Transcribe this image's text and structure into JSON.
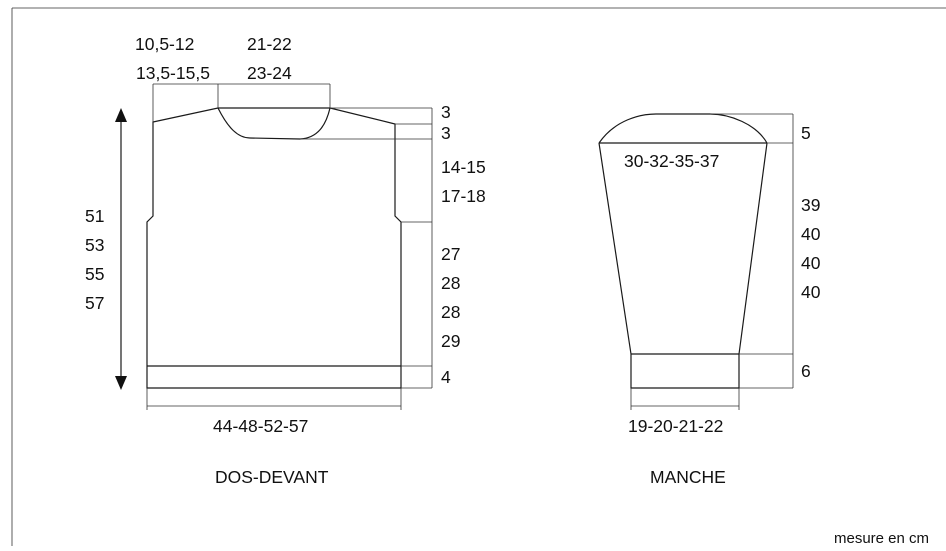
{
  "body": {
    "shoulder_top": "10,5-12",
    "shoulder_bottom": "13,5-15,5",
    "neck_top": "21-22",
    "neck_bottom": "23-24",
    "back_neck_depth": "3",
    "front_neck_depth": "3",
    "armhole_1": "14-15",
    "armhole_2": "17-18",
    "side_1": "27",
    "side_2": "28",
    "side_3": "28",
    "side_4": "29",
    "rib": "4",
    "length_1": "51",
    "length_2": "53",
    "length_3": "55",
    "length_4": "57",
    "width": "44-48-52-57",
    "title": "DOS-DEVANT"
  },
  "sleeve": {
    "cap": "5",
    "top_width": "30-32-35-37",
    "length_1": "39",
    "length_2": "40",
    "length_3": "40",
    "length_4": "40",
    "cuff": "6",
    "bottom_width": "19-20-21-22",
    "title": "MANCHE"
  },
  "footer_note": "mesure en cm"
}
